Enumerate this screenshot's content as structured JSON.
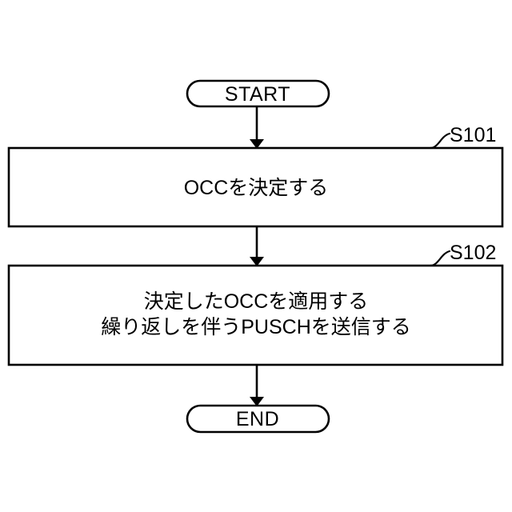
{
  "figure": {
    "type": "flowchart",
    "orientation": "vertical",
    "background_color": "#ffffff",
    "line_color": "#000000"
  },
  "nodes": {
    "start": {
      "label": "START",
      "shape": "stadium"
    },
    "step1": {
      "label": "OCCを決定する",
      "shape": "rectangle",
      "ref": "S101"
    },
    "step2": {
      "line1": "決定したOCCを適用する",
      "line2": "繰り返しを伴うPUSCHを送信する",
      "shape": "rectangle",
      "ref": "S102"
    },
    "end": {
      "label": "END",
      "shape": "stadium"
    }
  }
}
